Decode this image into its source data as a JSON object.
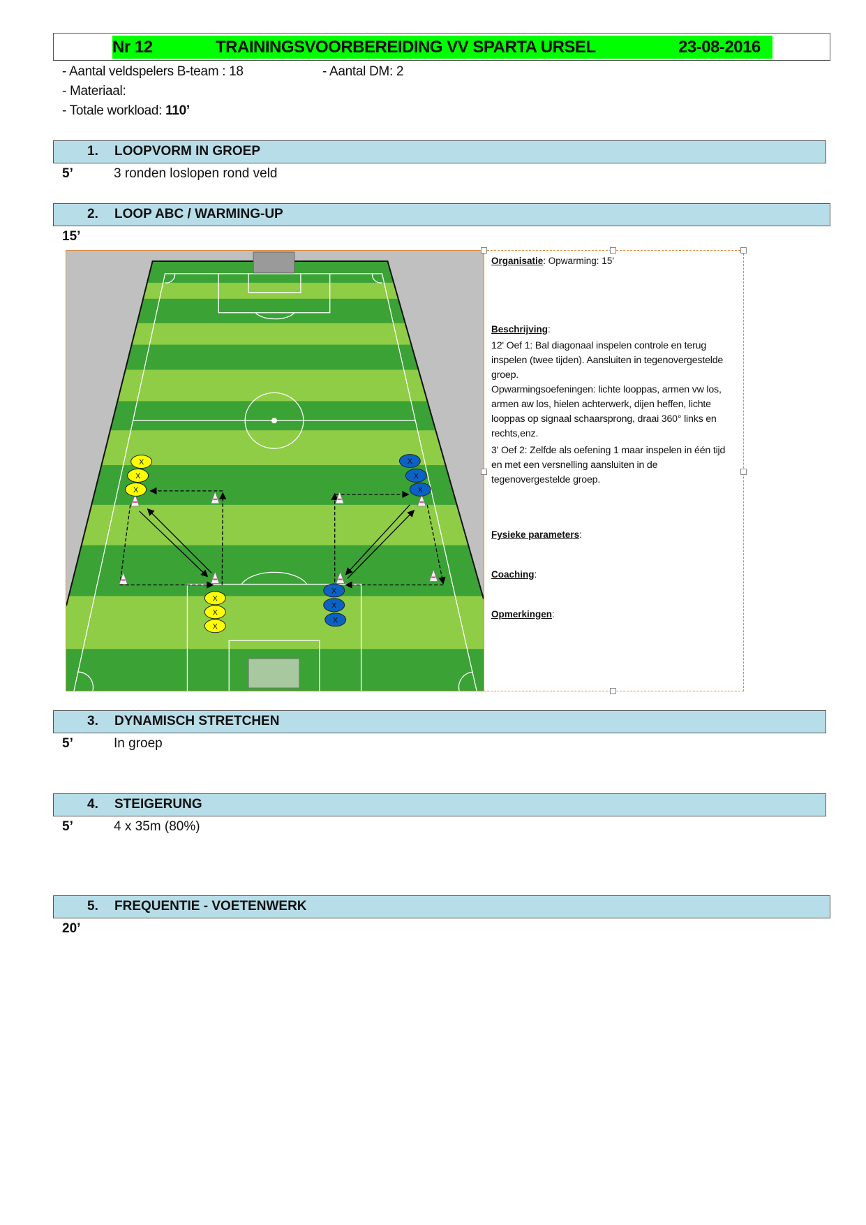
{
  "header": {
    "number": "Nr 12",
    "title": "TRAININGSVOORBEREIDING VV SPARTA URSEL",
    "date": "23-08-2016",
    "band_color": "#00ff00"
  },
  "info": {
    "players_label": "- Aantal veldspelers B-team : 18",
    "dm_label": "- Aantal DM: 2",
    "material_label": "- Materiaal:",
    "workload_label": "- Totale workload: ",
    "workload_value": "110’"
  },
  "sections": [
    {
      "num": "1.",
      "title": "LOOPVORM IN GROEP",
      "duration": "5’",
      "description": "3 ronden loslopen rond veld"
    },
    {
      "num": "2.",
      "title": "LOOP ABC / WARMING-UP",
      "duration": "15’",
      "description": ""
    },
    {
      "num": "3.",
      "title": "DYNAMISCH STRETCHEN",
      "duration": "5’",
      "description": "In groep"
    },
    {
      "num": "4.",
      "title": "STEIGERUNG",
      "duration": "5’",
      "description": "4 x 35m (80%)"
    },
    {
      "num": "5.",
      "title": "FREQUENTIE - VOETENWERK",
      "duration": "20’",
      "description": ""
    }
  ],
  "diagram": {
    "player_marker": "X",
    "team_colors": {
      "yellow": "#ffff00",
      "blue": "#0b62c4"
    }
  },
  "textbox": {
    "organisatie_label": "Organisatie",
    "organisatie_value": ": Opwarming: 15'",
    "beschrijving_label": "Beschrijving",
    "para1": "12' Oef 1: Bal diagonaal inspelen controle en terug inspelen (twee tijden). Aansluiten in tegenovergestelde groep.",
    "para2": "Opwarmingsoefeningen: lichte looppas, armen vw los, armen aw los, hielen achterwerk, dijen heffen, lichte looppas op signaal schaarsprong, draai 360° links en rechts,enz.",
    "para3": "3' Oef 2: Zelfde als oefening 1 maar inspelen in één tijd en met een versnelling aansluiten in de tegenovergestelde groep.",
    "fysiek_label": "Fysieke parameters",
    "coaching_label": "Coaching",
    "opmerkingen_label": "Opmerkingen",
    "colon": ":"
  }
}
